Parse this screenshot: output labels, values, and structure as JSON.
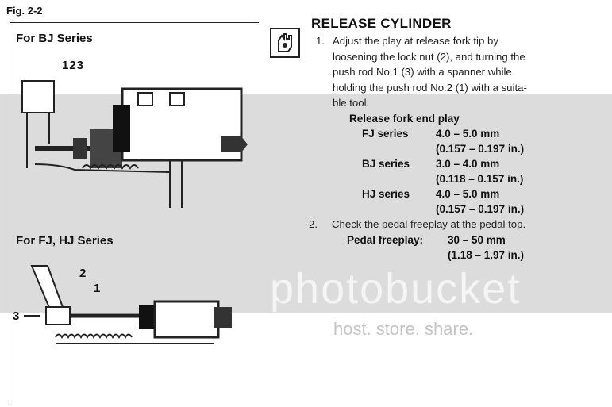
{
  "figure": {
    "label": "Fig. 2-2",
    "bj_title": "For BJ Series",
    "fj_hj_title": "For FJ, HJ Series",
    "bj_callouts": "123",
    "fjhj_callouts": [
      "2",
      "1",
      "3"
    ]
  },
  "section": {
    "title": "RELEASE CYLINDER",
    "step1": {
      "num": "1.",
      "lines": [
        "Adjust the play at release fork tip by",
        "loosening the lock nut (2), and turning the",
        "push rod No.1 (3) with a spanner while",
        "holding the push rod No.2 (1) with a suita-",
        "ble tool."
      ]
    },
    "spec_title": "Release fork end play",
    "specs": [
      {
        "series": "FJ series",
        "mm": "4.0 – 5.0 mm",
        "in": "(0.157 – 0.197 in.)"
      },
      {
        "series": "BJ series",
        "mm": "3.0 – 4.0 mm",
        "in": "(0.118 – 0.157 in.)"
      },
      {
        "series": "HJ series",
        "mm": "4.0 – 5.0 mm",
        "in": "(0.157 – 0.197 in.)"
      }
    ],
    "step2": {
      "num": "2.",
      "text": "Check the pedal freeplay at the pedal top."
    },
    "pedal": {
      "label": "Pedal freeplay:",
      "mm": "30 – 50 mm",
      "in": "(1.18 – 1.97 in.)"
    }
  },
  "watermark": {
    "main": "photobucket",
    "sub": "host. store. share."
  }
}
